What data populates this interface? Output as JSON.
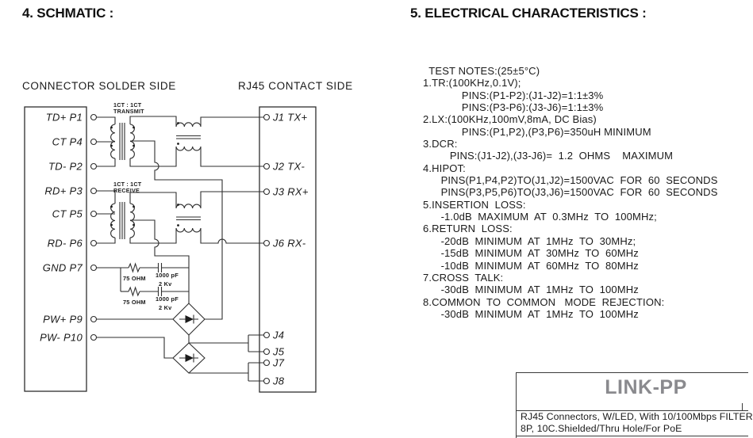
{
  "schematic": {
    "heading": "4. SCHMATIC :",
    "left_header": "CONNECTOR SOLDER SIDE",
    "right_header": "RJ45 CONTACT SIDE",
    "t1": {
      "ratio": "1CT : 1CT",
      "name": "TRANSMIT"
    },
    "t2": {
      "ratio": "1CT : 1CT",
      "name": "RECEIVE"
    },
    "left_pins": [
      "TD+ P1",
      "CT P4",
      "TD- P2",
      "RD+ P3",
      "CT P5",
      "RD- P6",
      "GND P7",
      "PW+ P9",
      "PW- P10"
    ],
    "right_pins": [
      "J1 TX+",
      "J2 TX-",
      "J3 RX+",
      "J6 RX-",
      "J4",
      "J5",
      "J7",
      "J8"
    ],
    "r1": "75 OHM",
    "r2": "75 OHM",
    "c1_value": "1000 pF",
    "c1_rating": "2 Kv",
    "c2_value": "1000 pF",
    "c2_rating": "2 Kv"
  },
  "electrical": {
    "heading": "5. ELECTRICAL CHARACTERISTICS :",
    "notes": [
      "  TEST NOTES:(25±5°C)",
      "1.TR:(100KHz,0.1V);",
      "             PINS:(P1-P2):(J1-J2)=1:1±3%",
      "             PINS:(P3-P6):(J3-J6)=1:1±3%",
      "2.LX:(100KHz,100mV,8mA, DC Bias)",
      "             PINS:(P1,P2),(P3,P6)=350uH MINIMUM",
      "3.DCR:",
      "         PINS:(J1-J2),(J3-J6)=  1.2  OHMS    MAXIMUM",
      "4.HIPOT:",
      "      PINS(P1,P4,P2)TO(J1,J2)=1500VAC  FOR  60  SECONDS",
      "      PINS(P3,P5,P6)TO(J3,J6)=1500VAC  FOR  60  SECONDS",
      "5.INSERTION  LOSS:",
      "      -1.0dB  MAXIMUM  AT  0.3MHz  TO  100MHz;",
      "6.RETURN  LOSS:",
      "      -20dB  MINIMUM  AT  1MHz  TO  30MHz;",
      "      -15dB  MINIMUM  AT  30MHz  TO  60MHz",
      "      -10dB  MINIMUM  AT  60MHz  TO  80MHz",
      "7.CROSS  TALK:",
      "      -30dB  MINIMUM  AT  1MHz  TO  100MHz",
      "8.COMMON  TO  COMMON   MODE  REJECTION:",
      "      -30dB  MINIMUM  AT  1MHz  TO  100MHz"
    ]
  },
  "title_block": {
    "brand": "LINK-PP",
    "line1": "RJ45  Connectors,  W/LED,  With  10/100Mbps  FILTER",
    "line2": "8P,  10C.Shielded/Thru  Hole/For  PoE"
  }
}
